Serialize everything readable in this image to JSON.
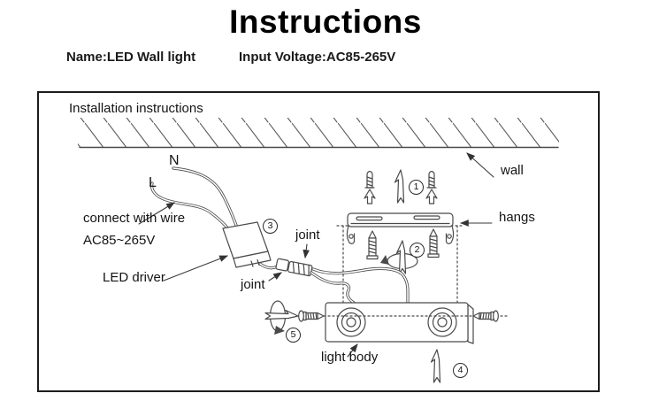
{
  "page": {
    "title": "Instructions",
    "product_name_label": "Name:LED Wall light",
    "input_voltage_label": "Input Voltage:AC85-265V"
  },
  "diagram": {
    "section_title": "Installation instructions",
    "labels": {
      "wire_n": "N",
      "wire_l": "L",
      "connect_with_wire": "connect with wire",
      "voltage_range": "AC85~265V",
      "led_driver": "LED driver",
      "joint_upper": "joint",
      "joint_lower": "joint",
      "wall": "wall",
      "hangs": "hangs",
      "light_body": "light body"
    },
    "steps": [
      "1",
      "2",
      "3",
      "4",
      "5"
    ],
    "icons": {
      "wall_hatch": "diagonal-hatched-wall-section",
      "wall_anchor": "plastic-wall-anchor",
      "screw": "mounting-screw",
      "up_arrow": "hollow-direction-arrow",
      "rotate_arrow": "rotation-loop-arrow",
      "bracket": "mounting-bracket-with-slots",
      "driver": "led-driver-box",
      "joint": "inline-wire-connector",
      "light_body": "twin-lens-light-body"
    },
    "colors": {
      "line": "#4a4a4a",
      "text": "#141414",
      "border": "#1c1c1c",
      "background": "#ffffff"
    }
  }
}
